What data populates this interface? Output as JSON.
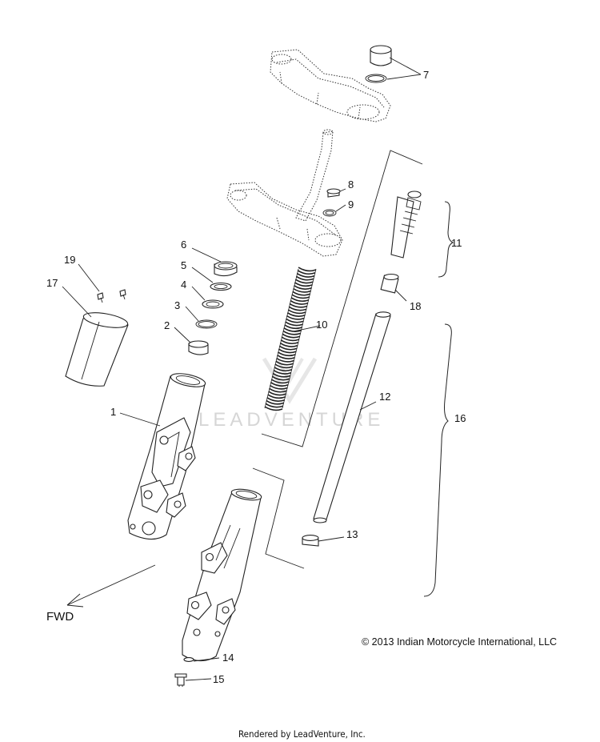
{
  "callouts": [
    {
      "id": "1",
      "label": "1"
    },
    {
      "id": "2",
      "label": "2"
    },
    {
      "id": "3",
      "label": "3"
    },
    {
      "id": "4",
      "label": "4"
    },
    {
      "id": "5",
      "label": "5"
    },
    {
      "id": "6",
      "label": "6"
    },
    {
      "id": "7",
      "label": "7"
    },
    {
      "id": "8",
      "label": "8"
    },
    {
      "id": "9",
      "label": "9"
    },
    {
      "id": "10",
      "label": "10"
    },
    {
      "id": "11",
      "label": "11"
    },
    {
      "id": "12",
      "label": "12"
    },
    {
      "id": "13",
      "label": "13"
    },
    {
      "id": "14",
      "label": "14"
    },
    {
      "id": "15",
      "label": "15"
    },
    {
      "id": "16",
      "label": "16"
    },
    {
      "id": "17",
      "label": "17"
    },
    {
      "id": "18",
      "label": "18"
    },
    {
      "id": "19",
      "label": "19"
    }
  ],
  "direction_label": "FWD",
  "copyright": "© 2013 Indian Motorcycle International, LLC",
  "watermark": "LEADVENTURE",
  "footer": "Rendered by LeadVenture, Inc."
}
